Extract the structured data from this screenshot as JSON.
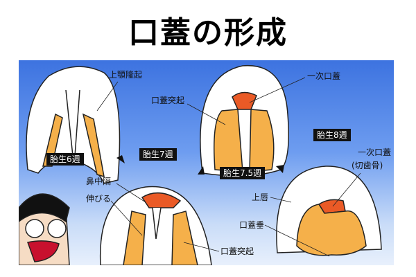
{
  "title": "口蓋の形成",
  "stages": [
    {
      "label": "胎生6週"
    },
    {
      "label": "胎生7週"
    },
    {
      "label": "胎生7.5週"
    },
    {
      "label": "胎生8週"
    }
  ],
  "labels": {
    "maxillary_prominence": "上顎隆起",
    "nasal_septum": "鼻中隔",
    "extend": "伸びる",
    "palatal_process_7w": "口蓋突起",
    "palatal_process_75w": "口蓋突起",
    "primary_palate_75w": "一次口蓋",
    "primary_palate_8w": "一次口蓋",
    "incisive_bone": "(切歯骨)",
    "upper_lip": "上唇",
    "uvula": "口蓋垂"
  },
  "colors": {
    "palate": "#f5b04a",
    "primary_palate": "#ea5a26",
    "background_top": "#3d73e0",
    "background_bottom": "#e8f0fc"
  }
}
